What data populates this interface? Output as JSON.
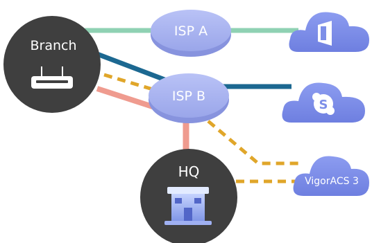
{
  "nodes": {
    "branch": {
      "label": "Branch",
      "icon": "router-icon"
    },
    "hq": {
      "label": "HQ",
      "icon": "building-icon"
    },
    "isp_a": {
      "label": "ISP A"
    },
    "isp_b": {
      "label": "ISP B"
    },
    "cloud_office": {
      "icon": "office-icon"
    },
    "cloud_skype": {
      "icon": "skype-icon"
    },
    "cloud_acs": {
      "label": "VigorACS 3"
    }
  },
  "colors": {
    "node_dark": "#3f3f3f",
    "isp_fill": "#a9b4f2",
    "cloud_fill": "#7d8fe8",
    "link_green": "#8fd1b3",
    "link_blue": "#1c6891",
    "link_salmon": "#ef9b8f",
    "link_dashed": "#e0a62a"
  }
}
